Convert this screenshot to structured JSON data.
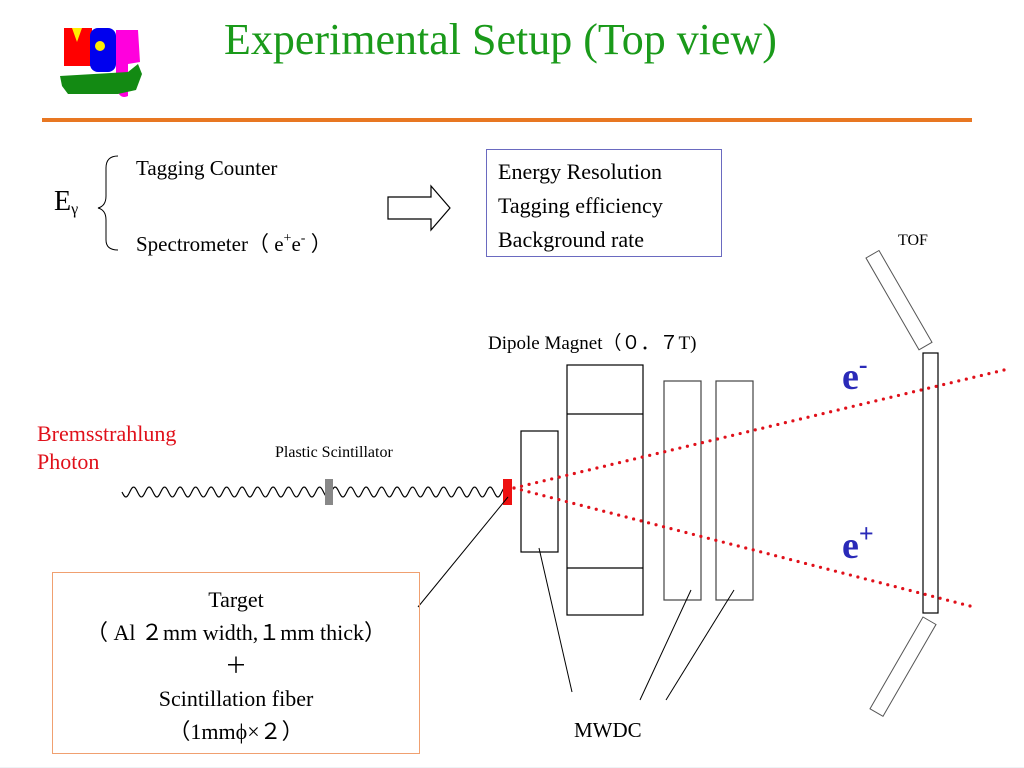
{
  "slide": {
    "title": "Experimental Setup (Top view)",
    "logo": "wcg-logo",
    "accent_color": "#e87722",
    "title_color": "#1a9a1a"
  },
  "energy_methods": {
    "symbol": "E",
    "symbol_sub": "γ",
    "items": [
      {
        "label": "Tagging Counter"
      },
      {
        "label_prefix": "Spectrometer（ e",
        "sup1": "+",
        "mid": "e",
        "sup2": "-",
        "label_suffix": " ）"
      }
    ],
    "arrow": "right-arrow-icon"
  },
  "evaluation": {
    "items": [
      "Energy Resolution",
      "Tagging efficiency",
      "Background rate"
    ],
    "border_color": "#6a6ac0"
  },
  "labels": {
    "tof": "TOF",
    "dipole_magnet": "Dipole Magnet（０．７T)",
    "beam_line1": "Bremsstrahlung",
    "beam_line2": "Photon",
    "plastic_scintillator": "Plastic Scintillator",
    "electron": "e",
    "electron_sup": "-",
    "positron": "e",
    "positron_sup": "+",
    "mwdc": "MWDC",
    "beam_color": "#e0101a",
    "particle_color": "#2a2ab8"
  },
  "target_info": {
    "lines": [
      "Target",
      "（ Al ２mm width,１mm thick）",
      "＋",
      "Scintillation fiber",
      "（1mmϕ×２）"
    ],
    "border_color": "#f0a070"
  }
}
